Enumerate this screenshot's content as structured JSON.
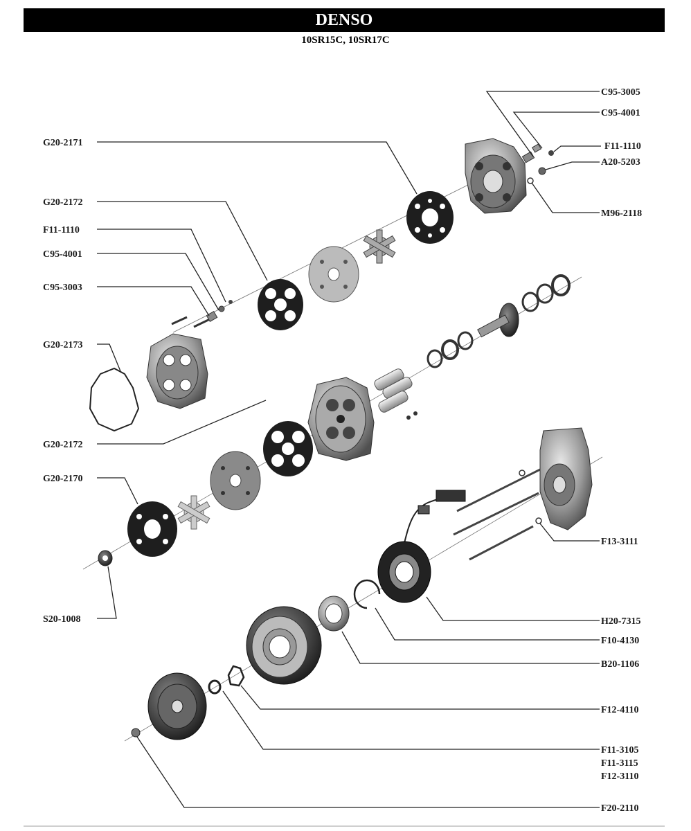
{
  "header": {
    "title": "DENSO",
    "subtitle": "10SR15C, 10SR17C"
  },
  "callouts": {
    "c95_3005": "C95-3005",
    "c95_4001_top": "C95-4001",
    "f11_1110_top": "F11-1110",
    "a20_5203": "A20-5203",
    "m96_2118": "M96-2118",
    "g20_2171": "G20-2171",
    "g20_2172_top": "G20-2172",
    "f11_1110_left": "F11-1110",
    "c95_4001_left": "C95-4001",
    "c95_3003": "C95-3003",
    "g20_2173": "G20-2173",
    "g20_2172_mid": "G20-2172",
    "g20_2170": "G20-2170",
    "s20_1008": "S20-1008",
    "f13_3111": "F13-3111",
    "h20_7315": "H20-7315",
    "f10_4130": "F10-4130",
    "b20_1106": "B20-1106",
    "f12_4110": "F12-4110",
    "f11_3105": "F11-3105",
    "f11_3115": "F11-3115",
    "f12_3110": "F12-3110",
    "f20_2110": "F20-2110"
  },
  "colors": {
    "title_bar": "#000000",
    "parts": "#4a4a4a",
    "gasket": "#1e1e1e",
    "leader": "#222222"
  }
}
